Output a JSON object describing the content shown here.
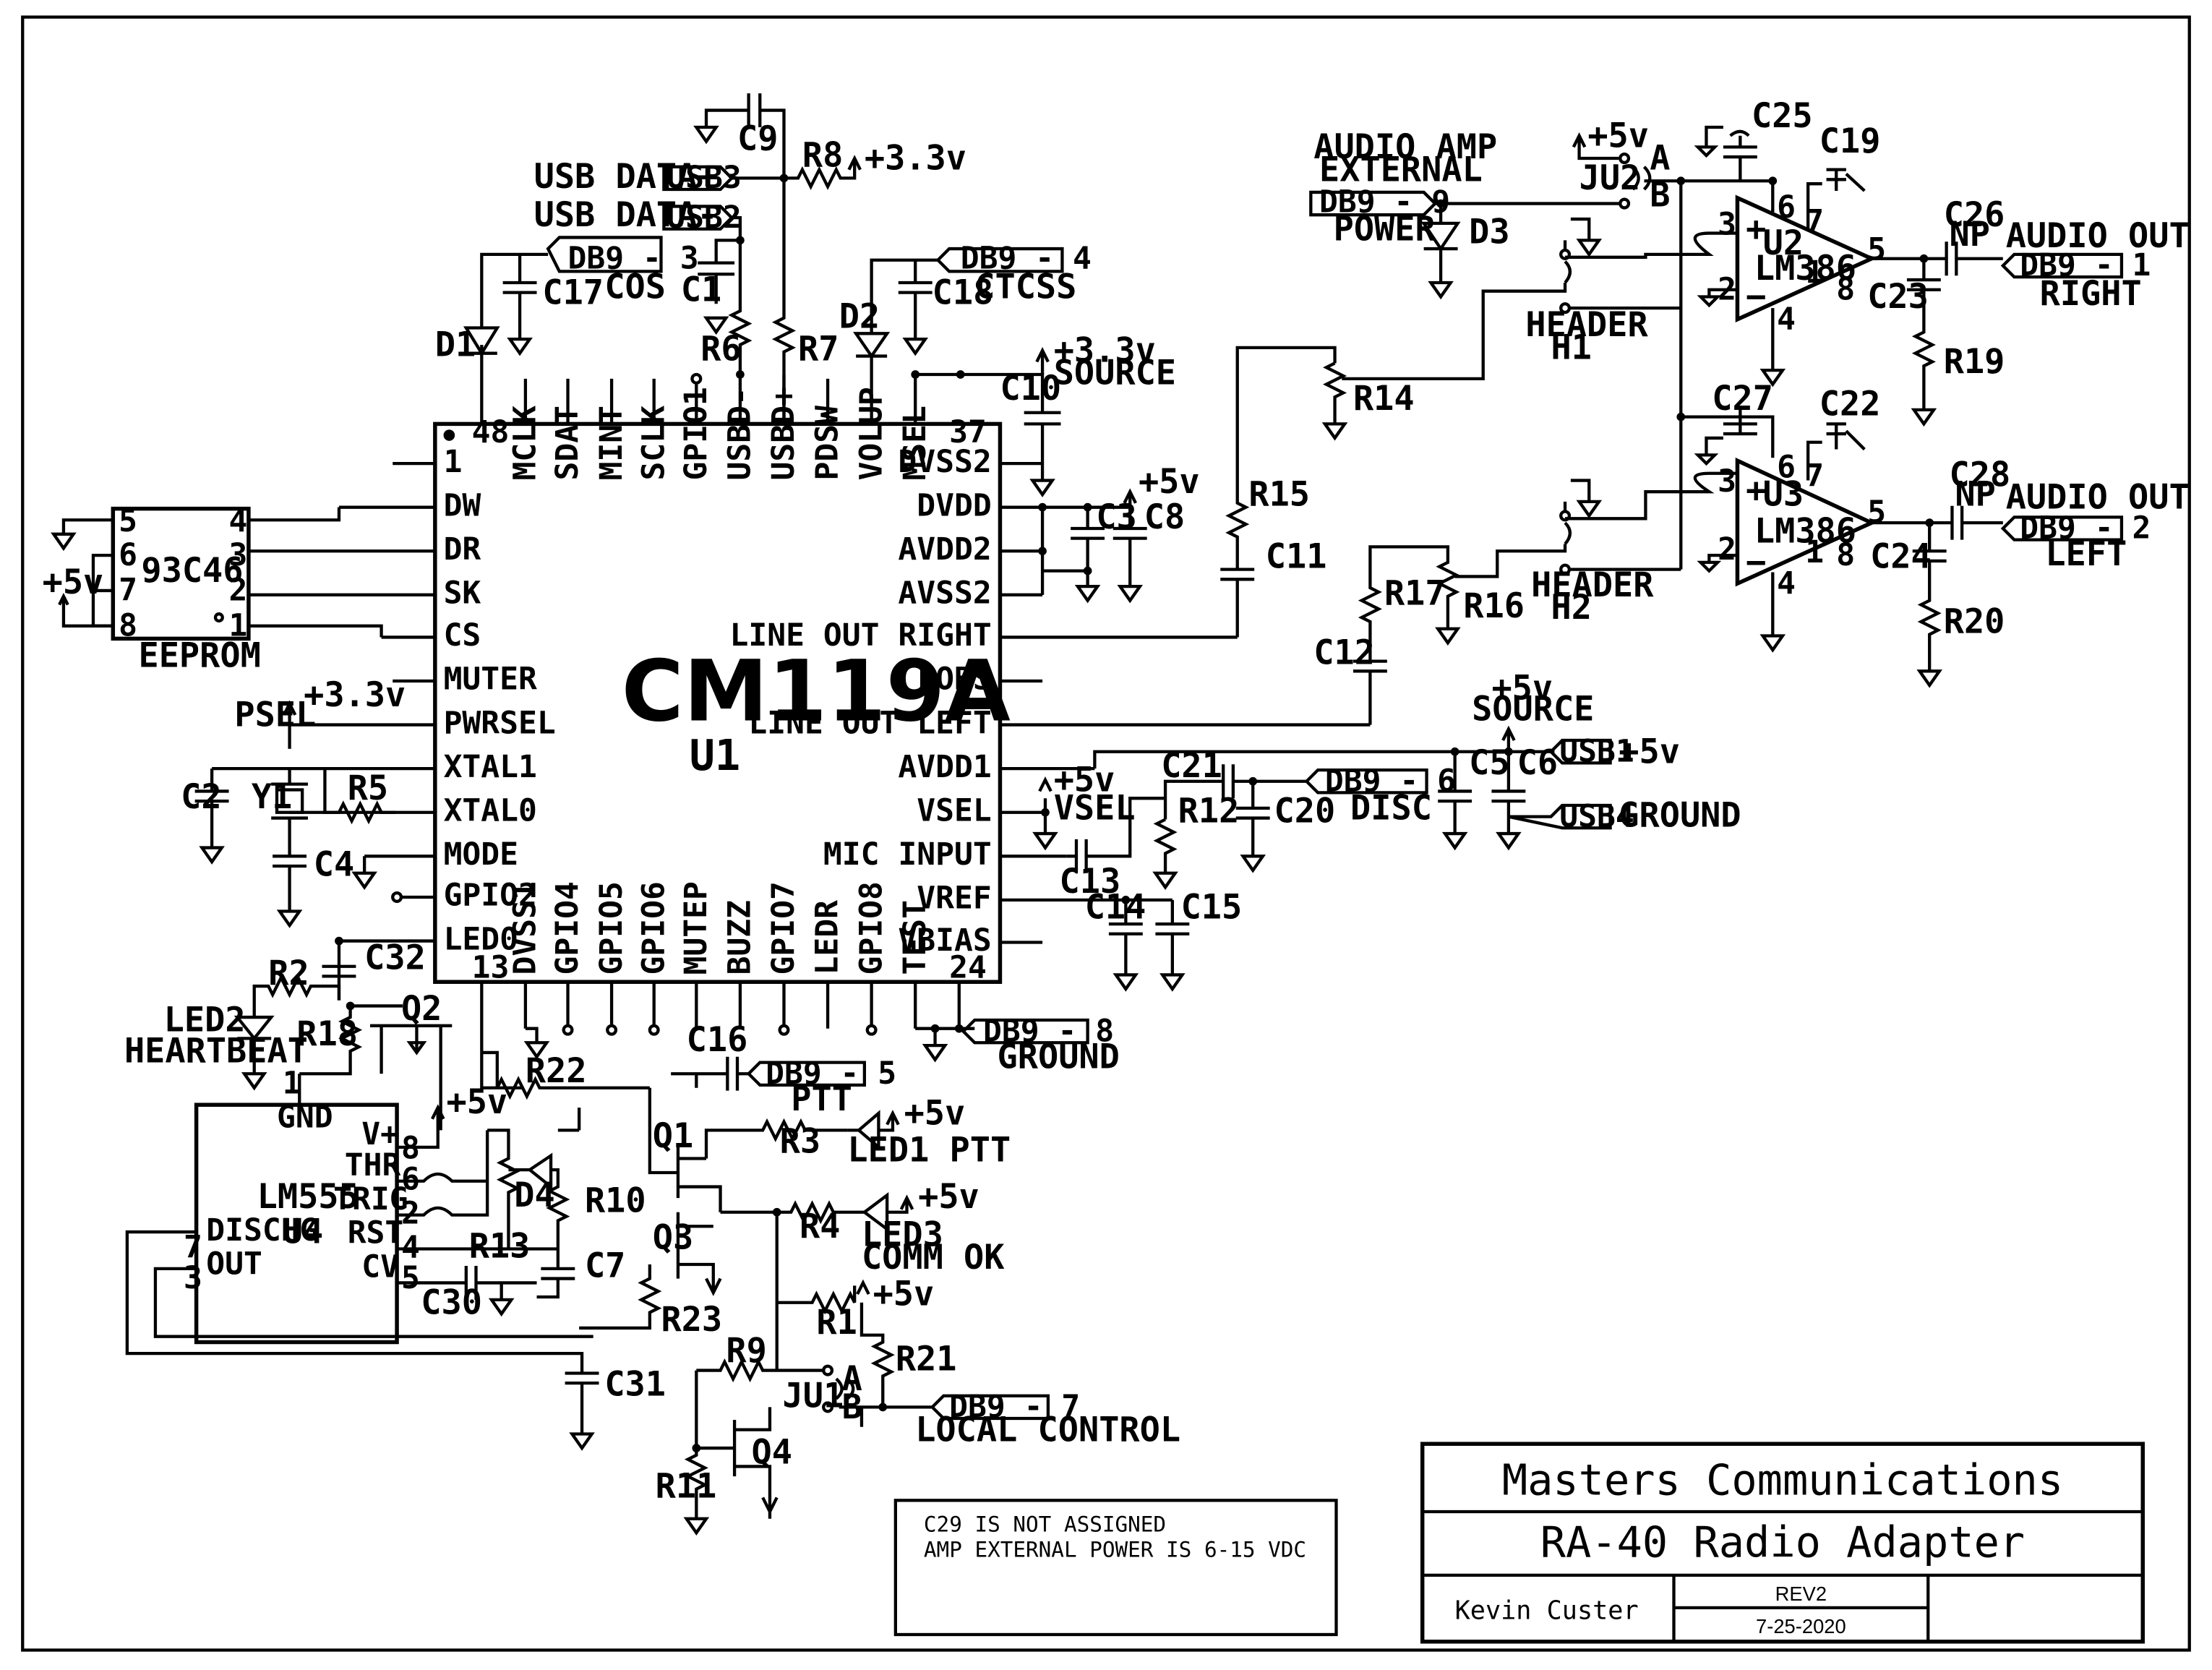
{
  "border": {
    "title": "Masters Communications",
    "project": "RA-40 Radio Adapter",
    "author": "Kevin Custer",
    "rev": "REV2",
    "date": "7-25-2020"
  },
  "notes": [
    "C29 IS NOT ASSIGNED",
    "AMP EXTERNAL POWER IS 6-15 VDC"
  ],
  "ic_main": {
    "name": "CM119A",
    "ref": "U1",
    "left_pins": [
      "1",
      "DW",
      "DR",
      "SK",
      "CS",
      "MUTER",
      "PWRSEL",
      "XTAL1",
      "XTAL0",
      "MODE",
      "GPIO2",
      "LED0"
    ],
    "right_pins": [
      "DVSS2",
      "DVDD",
      "AVDD2",
      "AVSS2",
      "LINE OUT RIGHT",
      "LOBS",
      "LINE OUT LEFT",
      "AVDD1",
      "VSEL",
      "MIC INPUT",
      "VREF",
      "VBIAS"
    ],
    "top_pins": [
      "MCLK",
      "SDAT",
      "MINT",
      "SCLK",
      "GPIO1",
      "USBD-",
      "USBD+",
      "PDSW",
      "VOLUP",
      "MSEL"
    ],
    "bottom_pins": [
      "DVSS1",
      "GPIO4",
      "GPIO5",
      "GPIO6",
      "MUTEP",
      "BUZZ",
      "GPIO7",
      "LEDR",
      "GPIO8",
      "TEST"
    ],
    "corner_nums": [
      "48",
      "37",
      "13",
      "24"
    ]
  },
  "eeprom": {
    "name": "93C46",
    "label": "EEPROM",
    "pins_left": [
      "5",
      "6",
      "7",
      "8"
    ],
    "pins_right": [
      "4",
      "3",
      "2",
      "1"
    ]
  },
  "timer": {
    "name": "LM555",
    "ref": "U4",
    "pins": [
      "GND",
      "V+",
      "THR",
      "TRIG",
      "RST",
      "CV",
      "DISCHG",
      "OUT"
    ],
    "nums": [
      "1",
      "8",
      "6",
      "2",
      "4",
      "5",
      "7",
      "3"
    ]
  },
  "amps": [
    {
      "ref": "U2",
      "name": "LM386"
    },
    {
      "ref": "U3",
      "name": "LM386"
    }
  ],
  "connectors": [
    "DB9 - 3",
    "DB9 - 4",
    "DB9 - 9",
    "DB9 - 1",
    "DB9 - 2",
    "DB9 - 6",
    "DB9 - 8",
    "DB9 - 5",
    "DB9 - 7",
    "USB1",
    "USB4",
    "USB3",
    "USB2"
  ],
  "labels": {
    "usb_plus": "USB DATA+",
    "usb_minus": "USB DATA-",
    "cos": "COS",
    "ctcss": "CTCSS",
    "v33": "+3.3v",
    "v5": "+5v",
    "v33_source": "+3.3v",
    "source": "SOURCE",
    "v5_source": "+5v",
    "audio_amp": "AUDIO AMP",
    "external": "EXTERNAL",
    "power": "POWER",
    "audio_out_r": "AUDIO OUT",
    "right": "RIGHT",
    "audio_out_l": "AUDIO OUT",
    "left": "LEFT",
    "header_h1": "HEADER",
    "h1": "H1",
    "header_h2": "HEADER",
    "h2": "H2",
    "disc": "DISC",
    "ground": "GROUND",
    "ground2": "GROUND",
    "usb1_5v": "+5v",
    "psel": "PSEL",
    "vsel": "VSEL",
    "led2": "LED2",
    "heartbeat": "HEARTBEAT",
    "ptt": "PTT",
    "led1": "LED1 PTT",
    "led3": "LED3",
    "comm_ok": "COMM OK",
    "local_control": "LOCAL CONTROL",
    "ju1": "JU1",
    "ju2": "JU2",
    "a": "A",
    "b": "B",
    "np": "NP"
  },
  "refs": {
    "C1": "C1",
    "C2": "C2",
    "C3": "C3",
    "C4": "C4",
    "C5": "C5",
    "C6": "C6",
    "C7": "C7",
    "C8": "C8",
    "C9": "C9",
    "C10": "C10",
    "C11": "C11",
    "C12": "C12",
    "C13": "C13",
    "C14": "C14",
    "C15": "C15",
    "C16": "C16",
    "C17": "C17",
    "C18": "C18",
    "C19": "C19",
    "C20": "C20",
    "C21": "C21",
    "C22": "C22",
    "C23": "C23",
    "C24": "C24",
    "C25": "C25",
    "C26": "C26",
    "C27": "C27",
    "C28": "C28",
    "C30": "C30",
    "C31": "C31",
    "C32": "C32",
    "R1": "R1",
    "R2": "R2",
    "R3": "R3",
    "R4": "R4",
    "R5": "R5",
    "R6": "R6",
    "R7": "R7",
    "R8": "R8",
    "R9": "R9",
    "R10": "R10",
    "R11": "R11",
    "R12": "R12",
    "R13": "R13",
    "R14": "R14",
    "R15": "R15",
    "R16": "R16",
    "R17": "R17",
    "R18": "R18",
    "R19": "R19",
    "R20": "R20",
    "R21": "R21",
    "R22": "R22",
    "R23": "R23",
    "D1": "D1",
    "D2": "D2",
    "D3": "D3",
    "D4": "D4",
    "Q1": "Q1",
    "Q2": "Q2",
    "Q3": "Q3",
    "Q4": "Q4",
    "Y1": "Y1"
  },
  "pin_nums": {
    "p3": "3",
    "p2": "2",
    "p6": "6",
    "p7": "7",
    "p4": "4",
    "p5": "5",
    "p1": "1",
    "p8": "8"
  }
}
